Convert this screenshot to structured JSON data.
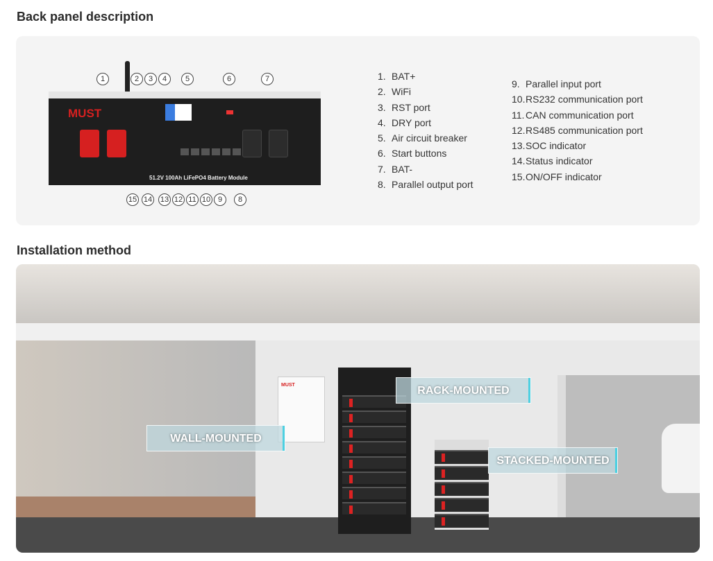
{
  "back_panel": {
    "title": "Back panel description",
    "device": {
      "brand": "MUST",
      "model_label": "51.2V 100Ah LiFePO4 Battery Module"
    },
    "callouts": [
      "1",
      "2",
      "3",
      "4",
      "5",
      "6",
      "7",
      "15",
      "14",
      "13",
      "12",
      "11",
      "10",
      "9",
      "8"
    ],
    "items_col1": [
      {
        "n": "1.",
        "label": "BAT+"
      },
      {
        "n": "2.",
        "label": "WiFi"
      },
      {
        "n": "3.",
        "label": "RST port"
      },
      {
        "n": "4.",
        "label": "DRY port"
      },
      {
        "n": "5.",
        "label": "Air circuit breaker"
      },
      {
        "n": "6.",
        "label": "Start buttons"
      },
      {
        "n": "7.",
        "label": "BAT-"
      },
      {
        "n": "8.",
        "label": "Parallel output port"
      }
    ],
    "items_col2": [
      {
        "n": "9.",
        "label": "Parallel input port"
      },
      {
        "n": "10.",
        "label": "RS232 communication port"
      },
      {
        "n": "11.",
        "label": "CAN communication port"
      },
      {
        "n": "12.",
        "label": "RS485 communication port"
      },
      {
        "n": "13.",
        "label": "SOC indicator"
      },
      {
        "n": "14.",
        "label": "Status indicator"
      },
      {
        "n": "15.",
        "label": "ON/OFF indicator"
      }
    ]
  },
  "installation": {
    "title": "Installation method",
    "labels": {
      "wall": "WALL-MOUNTED",
      "rack": "RACK-MOUNTED",
      "stacked": "STACKED-MOUNTED"
    }
  },
  "colors": {
    "accent_red": "#d62020",
    "panel_bg": "#f4f4f4"
  }
}
